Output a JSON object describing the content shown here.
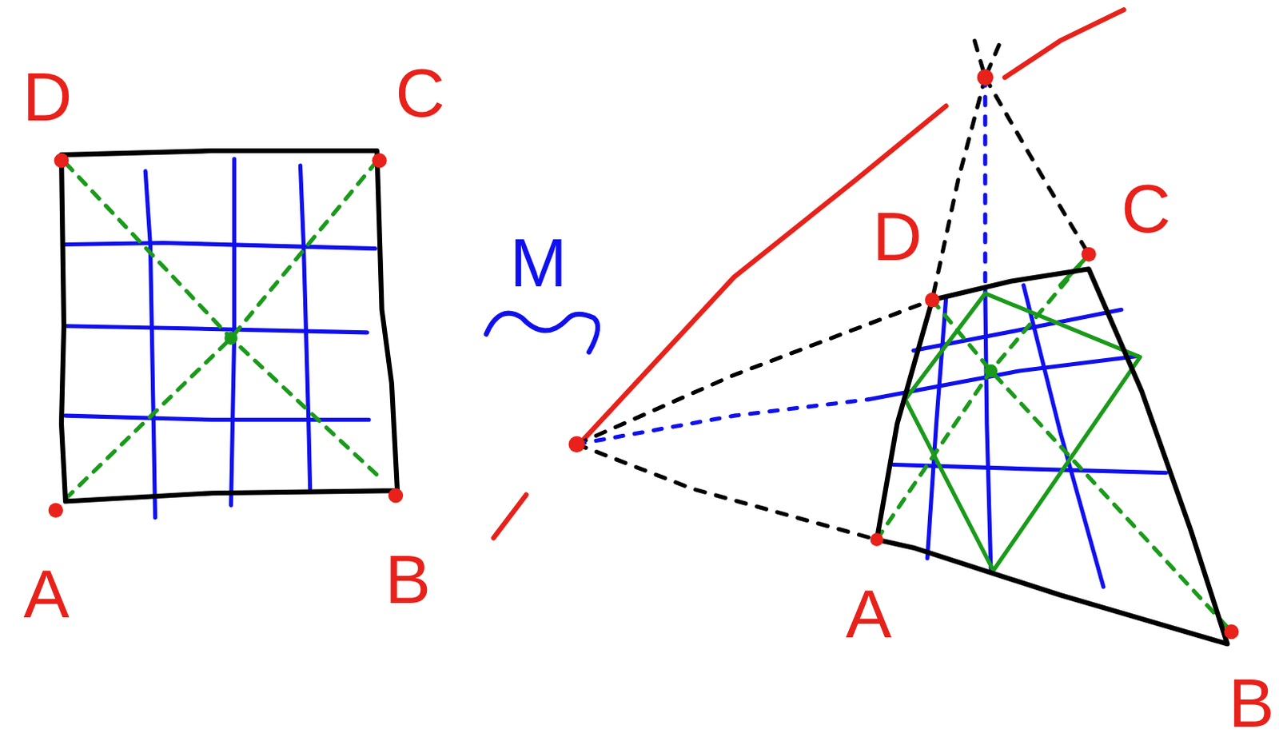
{
  "diagram": {
    "labels": [
      "D",
      "C",
      "A",
      "B",
      "M",
      "D",
      "C",
      "A",
      "B"
    ]
  }
}
